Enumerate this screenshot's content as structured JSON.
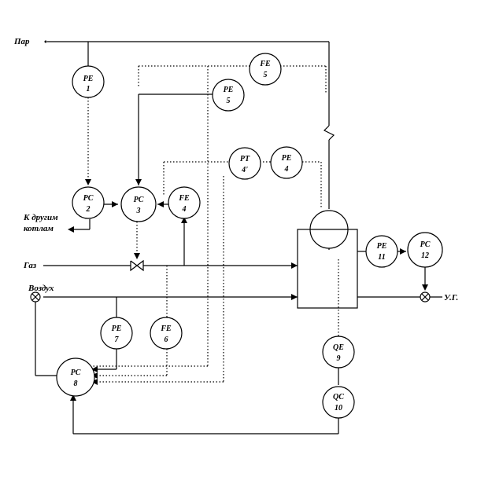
{
  "labels": {
    "steam": "Пар",
    "gas": "Газ",
    "air": "Воздух",
    "other_boilers_1": "К другим",
    "other_boilers_2": "котлам",
    "flue_gas": "У.Г."
  },
  "instruments": {
    "pe1": {
      "l1": "PE",
      "l2": "1"
    },
    "pc2": {
      "l1": "PC",
      "l2": "2"
    },
    "pc3": {
      "l1": "PC",
      "l2": "3"
    },
    "fe4": {
      "l1": "FE",
      "l2": "4"
    },
    "fe5": {
      "l1": "FE",
      "l2": "5"
    },
    "pe5": {
      "l1": "PE",
      "l2": "5"
    },
    "pt4": {
      "l1": "PT",
      "l2": "4'"
    },
    "pe4": {
      "l1": "PE",
      "l2": "4"
    },
    "pe11": {
      "l1": "PE",
      "l2": "11"
    },
    "pc12": {
      "l1": "PC",
      "l2": "12"
    },
    "pe7": {
      "l1": "PE",
      "l2": "7"
    },
    "fe6": {
      "l1": "FE",
      "l2": "6"
    },
    "pc8": {
      "l1": "PC",
      "l2": "8"
    },
    "qe9": {
      "l1": "QE",
      "l2": "9"
    },
    "qc10": {
      "l1": "QC",
      "l2": "10"
    }
  }
}
